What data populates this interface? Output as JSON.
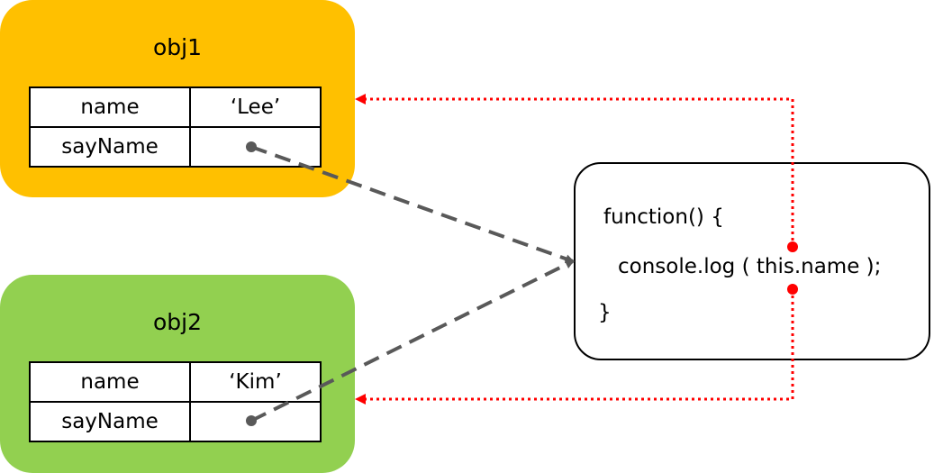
{
  "objects": [
    {
      "title": "obj1",
      "rows": [
        {
          "key": "name",
          "value": "‘Lee’"
        },
        {
          "key": "sayName",
          "value": ""
        }
      ]
    },
    {
      "title": "obj2",
      "rows": [
        {
          "key": "name",
          "value": "‘Kim’"
        },
        {
          "key": "sayName",
          "value": ""
        }
      ]
    }
  ],
  "function_box": {
    "lines": [
      "function() {",
      "console.log ( this.name );",
      "}"
    ]
  },
  "colors": {
    "obj1_fill": "#FFC000",
    "obj2_fill": "#92D050",
    "reference_arrow": "#595959",
    "this_arrow": "#FF0000"
  }
}
